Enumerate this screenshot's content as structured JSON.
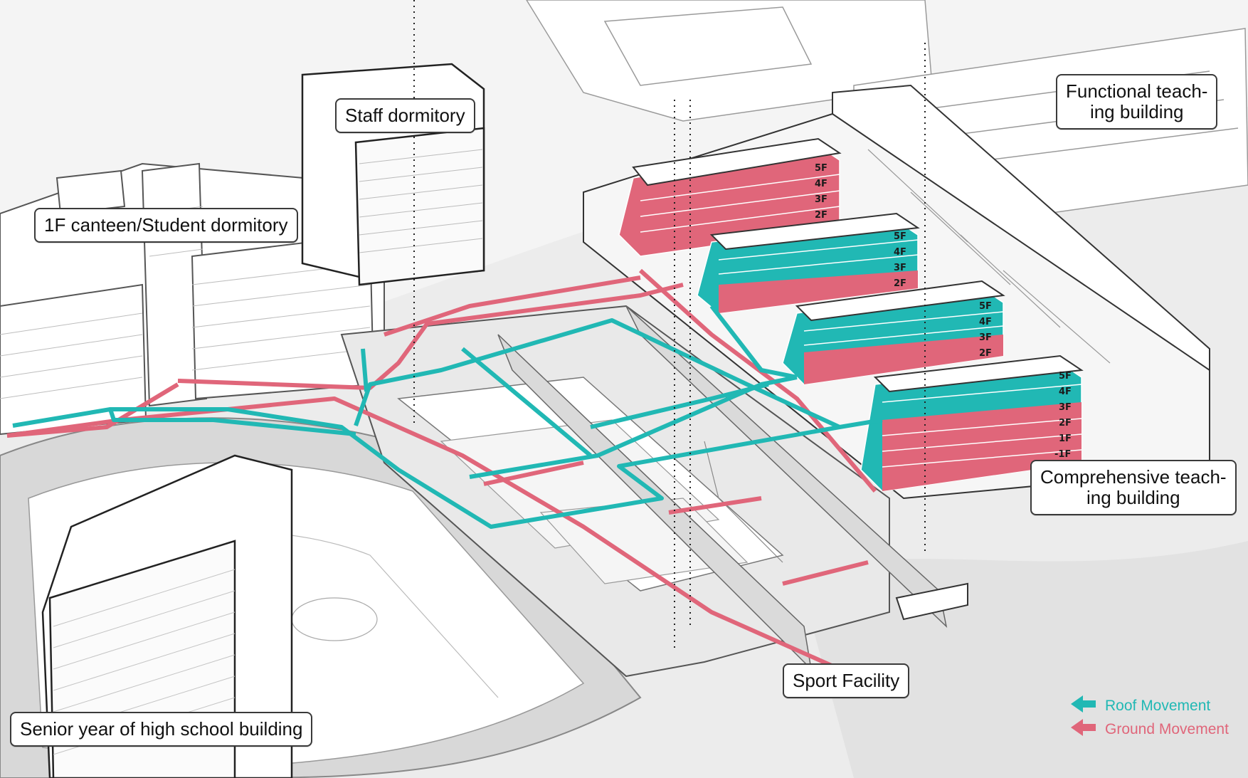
{
  "labels": {
    "staff_dormitory": "Staff dormitory",
    "canteen_dormitory": "1F canteen/Student dormitory",
    "functional_line1": "Functional teach-",
    "functional_line2": "ing building",
    "comprehensive_line1": "Comprehensive teach-",
    "comprehensive_line2": "ing building",
    "sport_facility": "Sport Facility",
    "senior_building": "Senior year of high school building"
  },
  "floors": {
    "wing1": [
      "5F",
      "4F",
      "3F",
      "2F"
    ],
    "wing2": [
      "5F",
      "4F",
      "3F",
      "2F"
    ],
    "wing3": [
      "5F",
      "4F",
      "3F",
      "2F"
    ],
    "wing4": [
      "5F",
      "4F",
      "3F",
      "2F",
      "1F",
      "-1F"
    ]
  },
  "legend": {
    "roof": "Roof Movement",
    "ground": "Ground Movement"
  },
  "colors": {
    "roof": "#21b8b4",
    "ground": "#e0667a"
  }
}
